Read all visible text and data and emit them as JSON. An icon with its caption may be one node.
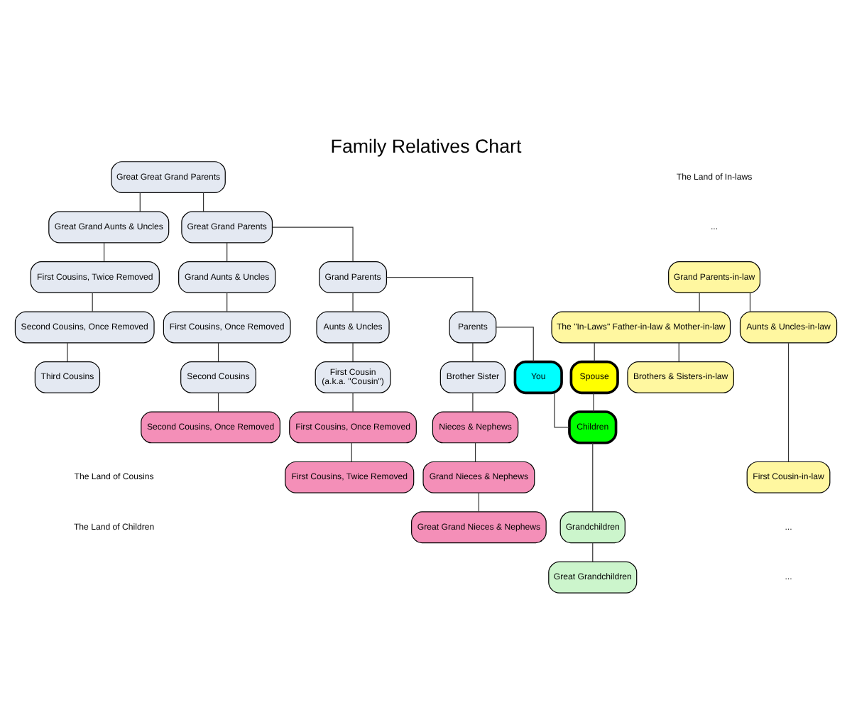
{
  "diagram": {
    "title": "Family Relatives Chart",
    "nodes": [
      {
        "text": [
          "Great Great Grand Parents"
        ]
      },
      {
        "text": [
          "Great Grand Aunts & Uncles"
        ]
      },
      {
        "text": [
          "Great Grand Parents"
        ]
      },
      {
        "text": [
          "First Cousins, Twice Removed"
        ]
      },
      {
        "text": [
          "Grand Aunts & Uncles"
        ]
      },
      {
        "text": [
          "Grand Parents"
        ]
      },
      {
        "text": [
          "Second Cousins, Once Removed"
        ]
      },
      {
        "text": [
          "First Cousins, Once Removed"
        ]
      },
      {
        "text": [
          "Aunts & Uncles"
        ]
      },
      {
        "text": [
          "Parents"
        ]
      },
      {
        "text": [
          "Third Cousins"
        ]
      },
      {
        "text": [
          "Second Cousins"
        ]
      },
      {
        "text": [
          "First Cousin",
          "(a.k.a. \"Cousin\")"
        ]
      },
      {
        "text": [
          "Brother Sister"
        ]
      },
      {
        "text": [
          "You"
        ]
      },
      {
        "text": [
          "Grand Parents-in-law"
        ]
      },
      {
        "text": [
          "The \"In-Laws\" Father-in-law & Mother-in-law"
        ]
      },
      {
        "text": [
          "Aunts & Uncles-in-law"
        ]
      },
      {
        "text": [
          "Spouse"
        ]
      },
      {
        "text": [
          "Brothers & Sisters-in-law"
        ]
      },
      {
        "text": [
          "First Cousin-in-law"
        ]
      },
      {
        "text": [
          "Second Cousins, Once Removed"
        ]
      },
      {
        "text": [
          "First Cousins, Once Removed"
        ]
      },
      {
        "text": [
          "Nieces & Nephews"
        ]
      },
      {
        "text": [
          "Children"
        ]
      },
      {
        "text": [
          "First Cousins, Twice Removed"
        ]
      },
      {
        "text": [
          "Grand Nieces & Nephews"
        ]
      },
      {
        "text": [
          "Grandchildren"
        ]
      },
      {
        "text": [
          "Great Grand Nieces & Nephews"
        ]
      },
      {
        "text": [
          "Great Grandchildren"
        ]
      }
    ],
    "edges": [
      {
        "from": 0,
        "to": 1,
        "arrow": "none"
      },
      {
        "from": 0,
        "to": 2,
        "arrow": "none"
      },
      {
        "from": 1,
        "to": 3,
        "arrow": "none"
      },
      {
        "from": 2,
        "to": 4,
        "arrow": "none"
      },
      {
        "from": 2,
        "to": 5,
        "arrow": "none"
      },
      {
        "from": 3,
        "to": 6,
        "arrow": "none"
      },
      {
        "from": 4,
        "to": 7,
        "arrow": "none"
      },
      {
        "from": 5,
        "to": 8,
        "arrow": "none"
      },
      {
        "from": 5,
        "to": 9,
        "arrow": "none"
      },
      {
        "from": 6,
        "to": 10,
        "arrow": "none"
      },
      {
        "from": 7,
        "to": 11,
        "arrow": "none"
      },
      {
        "from": 8,
        "to": 12,
        "arrow": "none"
      },
      {
        "from": 9,
        "to": 13,
        "arrow": "none"
      },
      {
        "from": 9,
        "to": 14,
        "arrow": "none"
      },
      {
        "from": 15,
        "to": 16,
        "arrow": "none"
      },
      {
        "from": 15,
        "to": 17,
        "arrow": "none"
      },
      {
        "from": 16,
        "to": 18,
        "arrow": "none"
      },
      {
        "from": 16,
        "to": 19,
        "arrow": "none"
      },
      {
        "from": 17,
        "to": 20,
        "arrow": "none"
      },
      {
        "from": 11,
        "to": 21,
        "arrow": "none"
      },
      {
        "from": 12,
        "to": 22,
        "arrow": "none"
      },
      {
        "from": 13,
        "to": 23,
        "arrow": "none"
      },
      {
        "from": 14,
        "to": 24,
        "arrow": "none"
      },
      {
        "from": 18,
        "to": 24,
        "arrow": "none"
      },
      {
        "from": 22,
        "to": 25,
        "arrow": "none"
      },
      {
        "from": 23,
        "to": 26,
        "arrow": "none"
      },
      {
        "from": 24,
        "to": 27,
        "arrow": "none"
      },
      {
        "from": 26,
        "to": 28,
        "arrow": "none"
      },
      {
        "from": 27,
        "to": 29,
        "arrow": "none"
      }
    ],
    "labels": [
      "The Land of In-laws",
      "...",
      "The Land of Cousins",
      "The Land of Children",
      "...",
      "..."
    ]
  }
}
